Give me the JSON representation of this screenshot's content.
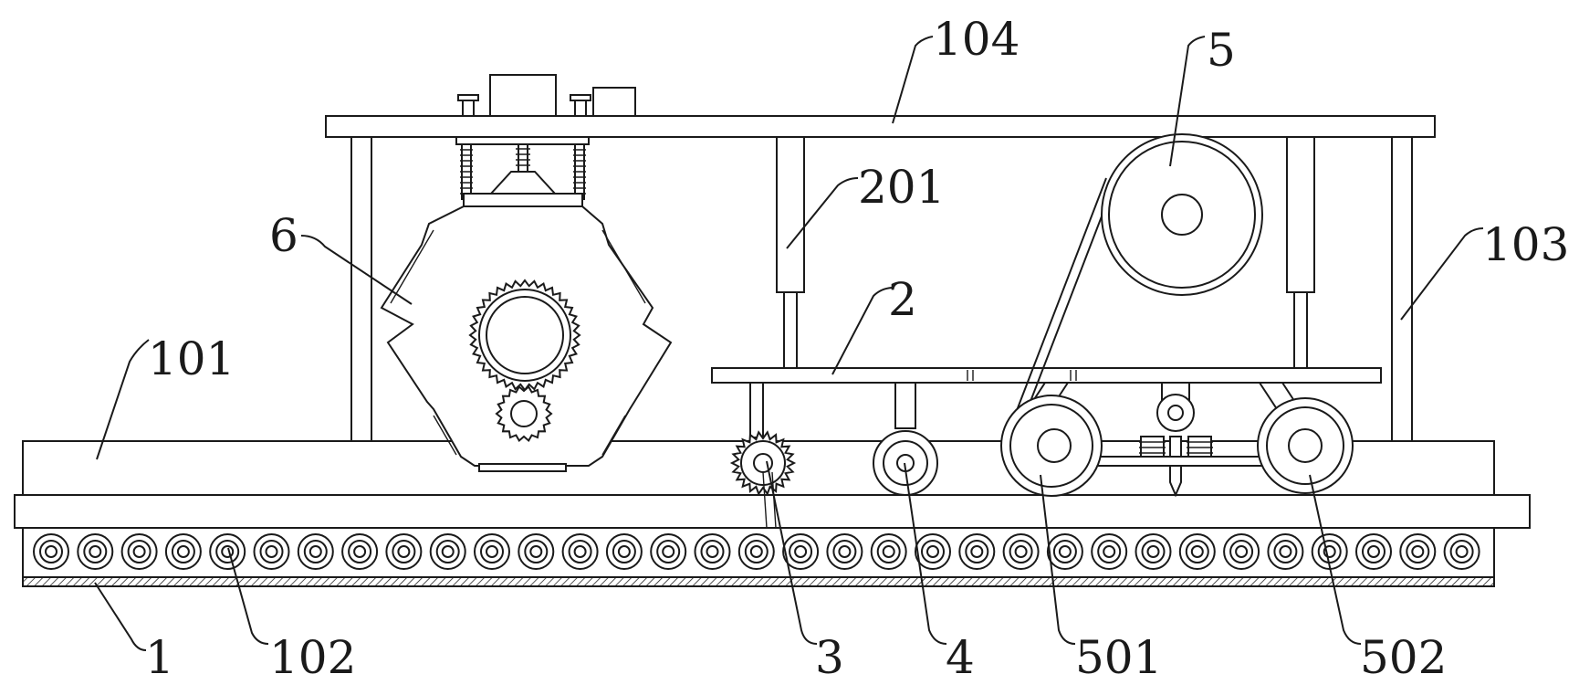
{
  "labels": {
    "base": "1",
    "base_plate": "101",
    "roller_row": "102",
    "side_post": "103",
    "top_plate": "104",
    "carriage": "2",
    "cylinder": "201",
    "gear_wheel": "3",
    "guide_wheel": "4",
    "pulley": "5",
    "front_wheel": "501",
    "rear_wheel": "502",
    "cutter_head": "6"
  }
}
